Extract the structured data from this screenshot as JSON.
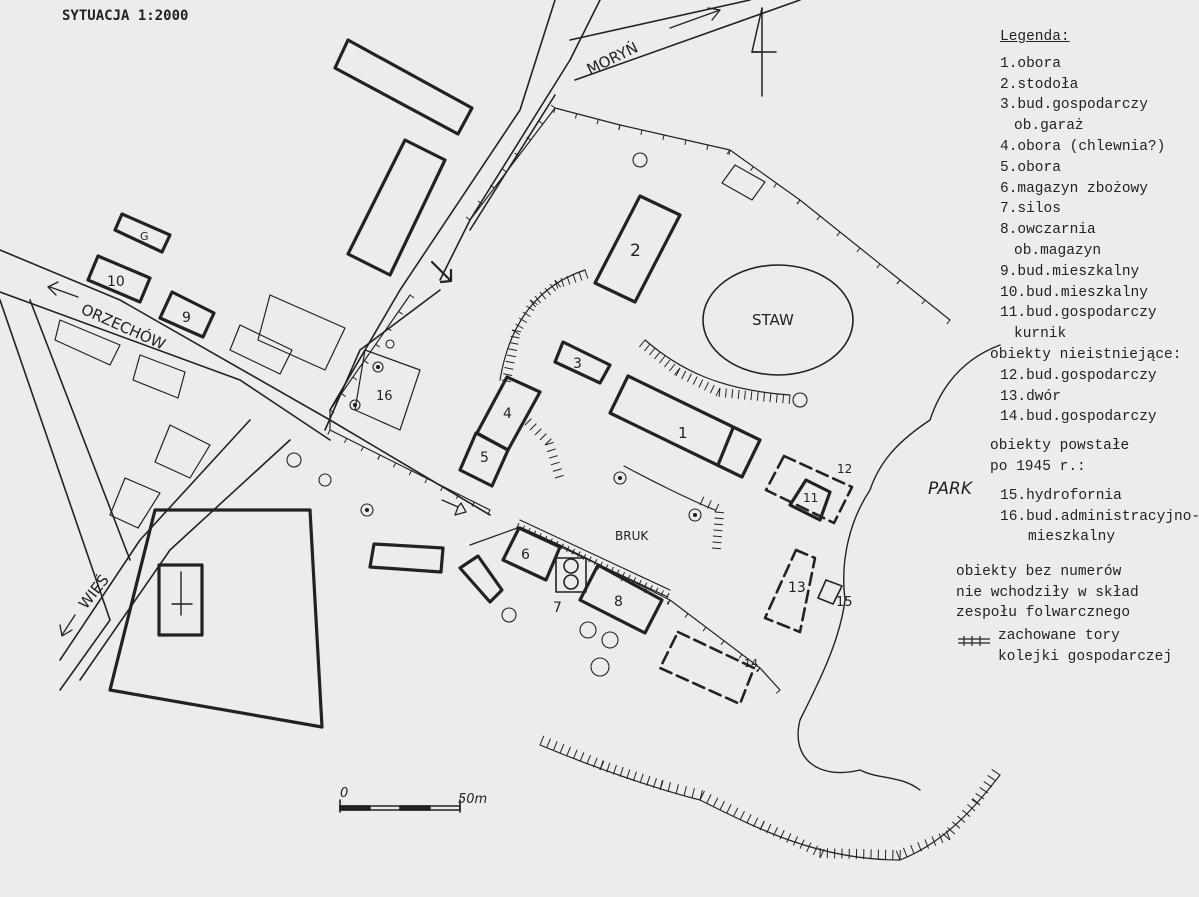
{
  "title": "SYTUACJA 1:2000",
  "roads": {
    "moryn": "MORYŃ",
    "orzechow": "ORZECHÓW",
    "wies": "WIEŚ"
  },
  "places": {
    "staw": "STAW",
    "park": "PARK",
    "bruk": "BRUK"
  },
  "scale": {
    "start": "0",
    "end": "50m"
  },
  "building_numbers": [
    "1",
    "2",
    "3",
    "4",
    "5",
    "6",
    "7",
    "8",
    "9",
    "10",
    "11",
    "12",
    "13",
    "14",
    "15",
    "16",
    "G"
  ],
  "legend": {
    "heading": "Legenda:",
    "items": [
      "1.obora",
      "2.stodoła",
      "3.bud.gospodarczy",
      "ob.garaż",
      "4.obora (chlewnia?)",
      "5.obora",
      "6.magazyn zbożowy",
      "7.silos",
      "8.owczarnia",
      "ob.magazyn",
      "9.bud.mieszkalny",
      "10.bud.mieszkalny",
      "11.bud.gospodarczy",
      "kurnik"
    ],
    "nonexisting_heading": "obiekty nieistniejące:",
    "nonexisting": [
      "12.bud.gospodarczy",
      "13.dwór",
      "14.bud.gospodarczy"
    ],
    "after1945_heading_1": "obiekty powstałe",
    "after1945_heading_2": "po 1945 r.:",
    "after1945": [
      "15.hydrofornia",
      "16.bud.administracyjno-",
      "mieszkalny"
    ],
    "note": [
      "obiekty bez numerów",
      "nie wchodziły w skład",
      "zespołu folwarcznego"
    ],
    "tracks": [
      "zachowane tory",
      "kolejki gospodarczej"
    ]
  },
  "colors": {
    "ink": "#222222",
    "paper": "#ececea"
  }
}
